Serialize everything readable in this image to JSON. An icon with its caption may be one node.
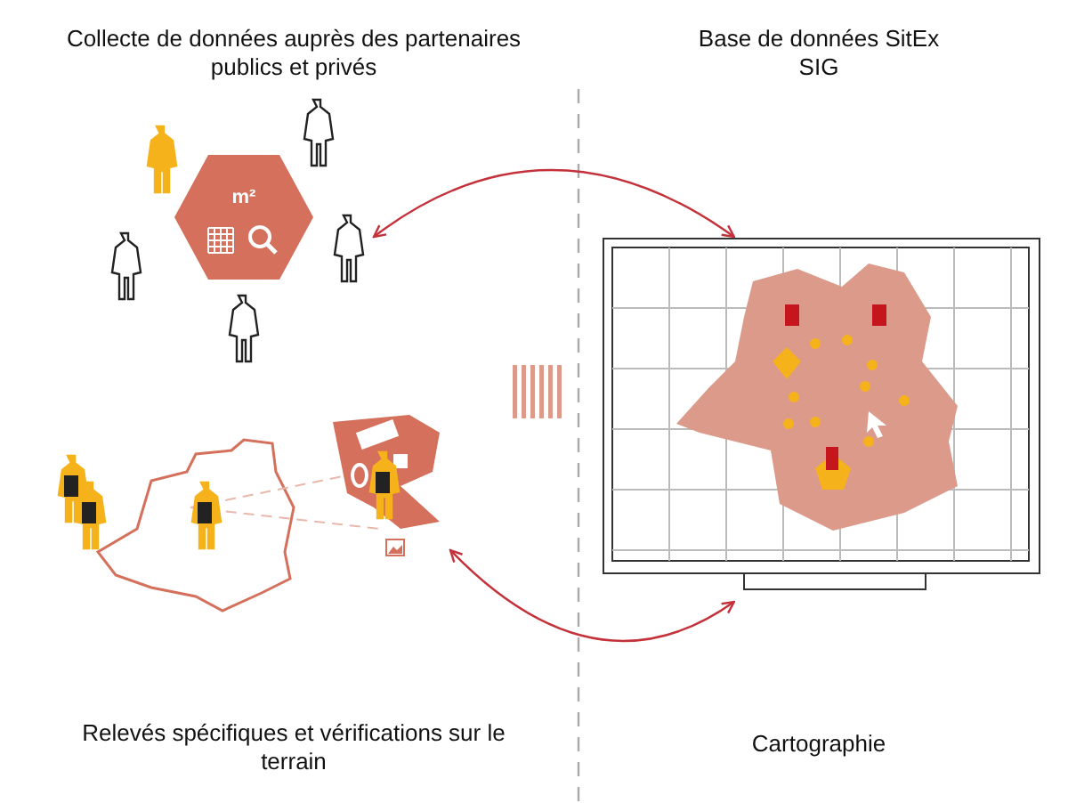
{
  "diagram": {
    "nodes": [
      {
        "text": [
          "m²"
        ]
      },
      {
        "text": [],
        "shape": "picture"
      },
      {
        "text": [],
        "shape": "picture"
      }
    ],
    "edges": [
      {
        "from": 0,
        "to": 1,
        "arrow": "both"
      },
      {
        "from": 2,
        "to": 1,
        "arrow": "both"
      }
    ],
    "labels": [
      "Collecte de données auprès des partenaires publics et privés",
      "Base de données SitEx SIG",
      "Relevés spécifiques et vérifications sur le terrain",
      "Cartographie"
    ]
  }
}
